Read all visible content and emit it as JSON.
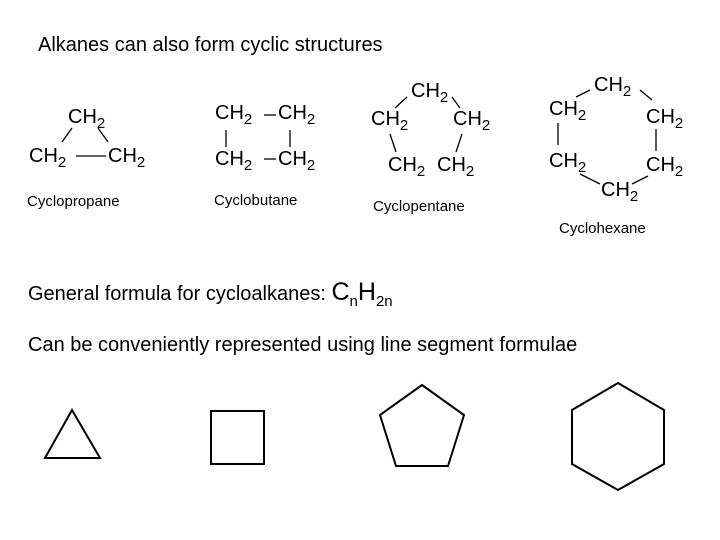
{
  "slide": {
    "title": "Alkanes can also form cyclic structures",
    "general_formula_label": "General formula for cycloalkanes:",
    "general_formula": {
      "c": "C",
      "c_sub": "n",
      "h": "H",
      "h_sub": "2n"
    },
    "line_formula_text": "Can be conveniently represented using line segment formulae"
  },
  "groups": {
    "symbol": "CH",
    "subscript": "2"
  },
  "molecules": [
    {
      "name": "Cyclopropane",
      "ring_size": 3
    },
    {
      "name": "Cyclobutane",
      "ring_size": 4
    },
    {
      "name": "Cyclopentane",
      "ring_size": 5
    },
    {
      "name": "Cyclohexane",
      "ring_size": 6
    }
  ],
  "colors": {
    "text": "#000000",
    "background": "#ffffff"
  }
}
